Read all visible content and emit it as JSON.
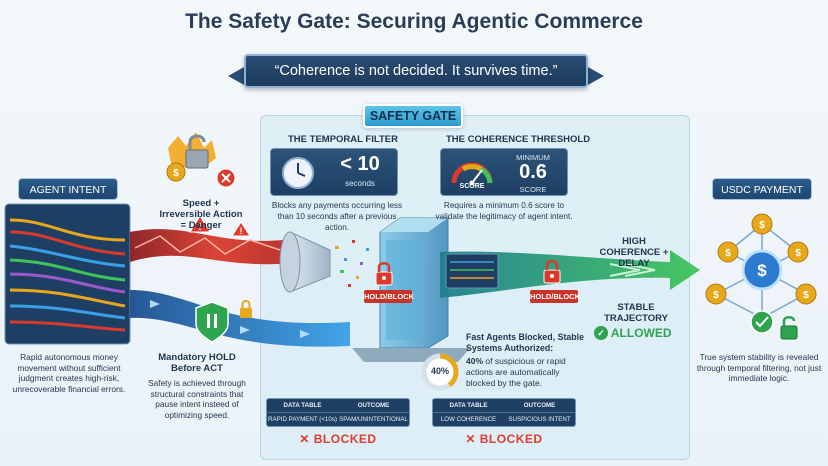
{
  "title": "The Safety Gate: Securing Agentic Commerce",
  "quote": "“Coherence is not decided. It survives time.”",
  "safety_gate": {
    "label": "SAFETY GATE",
    "temporal_filter": {
      "heading": "THE TEMPORAL FILTER",
      "value": "< 10",
      "unit": "seconds",
      "description": "Blocks any payments occurring less than 10 seconds after a previous action.",
      "table": {
        "col1": "DATA TABLE",
        "col2": "OUTCOME",
        "row_input": "RAPID PAYMENT (<10s)",
        "row_outcome": "SPAM/UNINTENTIONAL"
      },
      "result": "BLOCKED"
    },
    "coherence_threshold": {
      "heading": "THE COHERENCE THRESHOLD",
      "gauge_label": "SCORE",
      "min_label": "MINIMUM",
      "value": "0.6",
      "value_unit": "SCORE",
      "description": "Requires a minimum 0.6 score to validate the legitimacy of agent intent.",
      "table": {
        "col1": "DATA TABLE",
        "col2": "OUTCOME",
        "row_input": "LOW COHERENCE (<0.6)",
        "row_outcome": "SUSPICIOUS INTENT"
      },
      "result": "BLOCKED"
    },
    "hold_block_left": "HOLD/BLOCK",
    "hold_block_right": "HOLD/BLOCK",
    "fast_agents": {
      "heading": "Fast Agents Blocked, Stable Systems Authorized:",
      "percent": "40%",
      "percent_value": 40,
      "bold_prefix": "40%",
      "text": " of suspicious or rapid actions are automatically blocked by the gate."
    }
  },
  "left": {
    "label": "AGENT INTENT",
    "description": "Rapid autonomous money movement without sufficient judgment creates high-risk, unrecoverable financial errors.",
    "danger": "Speed + Irreversible Action = Danger",
    "hold_heading": "Mandatory HOLD Before ACT",
    "hold_text": "Safety is achieved through structural constraints that pause intent insteed of optimizing speed."
  },
  "right": {
    "label": "USDC PAYMENT",
    "high_coherence": "HIGH COHERENCE + DELAY",
    "stable": "STABLE TRAJECTORY",
    "allowed": "ALLOWED",
    "description": "True system stability is revealed through temporal filtering, not just immediate logic."
  },
  "colors": {
    "navy": "#1e3f63",
    "danger_red": "#d93a2b",
    "safe_blue": "#2d8fd8",
    "allowed_green": "#2ea44f",
    "gold": "#e8a81c",
    "cyan": "#5cc4e8"
  }
}
